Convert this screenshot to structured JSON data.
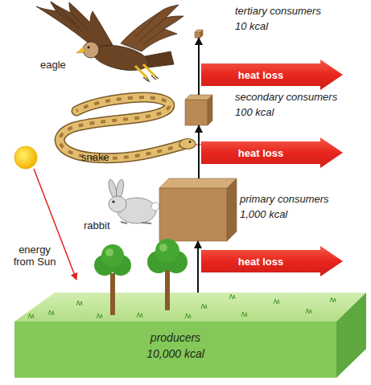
{
  "diagram": {
    "nodes": [
      {
        "text": [
          "tertiary consumers",
          "10 kcal"
        ]
      },
      {
        "text": [
          "heat loss"
        ]
      },
      {
        "text": [
          "secondary consumers",
          "100 kcal"
        ]
      },
      {
        "text": [
          "heat loss"
        ]
      },
      {
        "text": [
          "primary consumers",
          "1,000 kcal"
        ]
      },
      {
        "text": [
          "heat loss"
        ]
      },
      {
        "text": [
          "producers",
          "10,000 kcal"
        ]
      }
    ],
    "edges": [
      {
        "from": 6,
        "to": 4,
        "arrow": "to"
      },
      {
        "from": 4,
        "to": 2,
        "arrow": "to"
      },
      {
        "from": 2,
        "to": 0,
        "arrow": "to"
      }
    ],
    "labels": [
      "eagle",
      "snake",
      "rabbit",
      "energy from Sun"
    ]
  }
}
